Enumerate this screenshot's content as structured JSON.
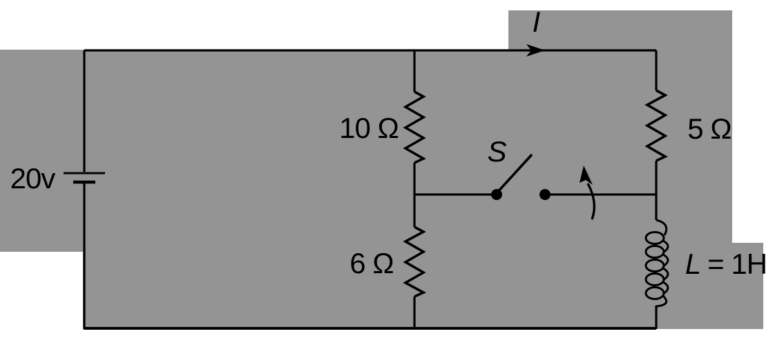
{
  "figure": {
    "type": "circuit-diagram",
    "labels": {
      "battery_voltage": "20v",
      "current": "I",
      "switch": "S",
      "resistor_upper_middle": "10 Ω",
      "resistor_lower_middle": "6 Ω",
      "resistor_right": "5 Ω",
      "inductor_symbol": "L",
      "inductor_value": "= 1H"
    },
    "colors": {
      "panel_gray": "#949494",
      "line_black": "#000000",
      "page_white": "#ffffff"
    }
  }
}
